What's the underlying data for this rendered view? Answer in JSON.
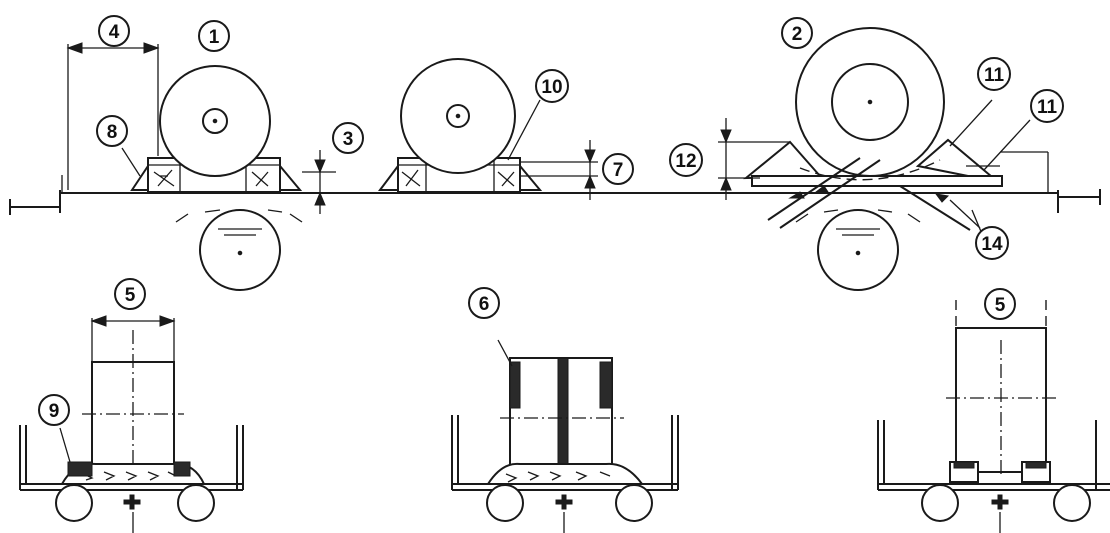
{
  "diagram": {
    "callouts": {
      "c1": "1",
      "c2": "2",
      "c3": "3",
      "c4": "4",
      "c5a": "5",
      "c5b": "5",
      "c6": "6",
      "c7": "7",
      "c8": "8",
      "c9": "9",
      "c10": "10",
      "c11a": "11",
      "c11b": "11",
      "c12": "12",
      "c14": "14"
    }
  }
}
